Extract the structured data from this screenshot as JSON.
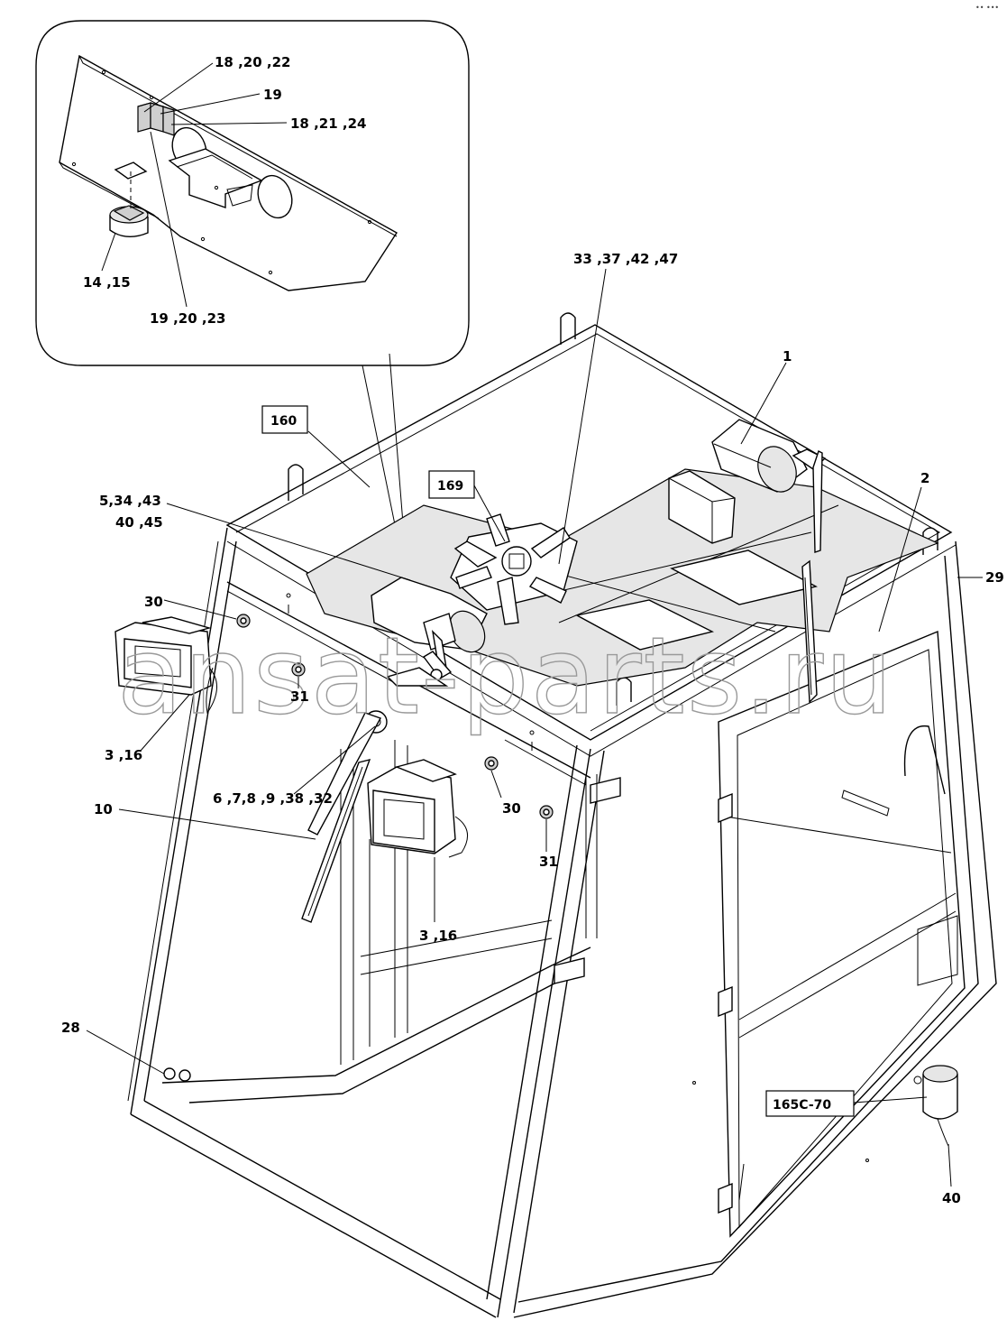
{
  "watermark": "ansat-parts.ru",
  "corner_mark": "•• •••",
  "labels": {
    "l_18_20_22": "18 ,20 ,22",
    "l_19": "19",
    "l_18_21_24": "18 ,21 ,24",
    "l_14_15": "14 ,15",
    "l_19_20_23": "19 ,20 ,23",
    "l_33_37_42_47": "33 ,37 ,42 ,47",
    "l_1": "1",
    "l_2": "2",
    "l_29": "29",
    "l_5_34_43": "5,34 ,43",
    "l_40_45": "40 ,45",
    "l_30_left": "30",
    "l_31_left": "31",
    "l_3_16_left": "3 ,16",
    "l_6_7_8": "6 ,7,8 ,9 ,38 ,32",
    "l_10": "10",
    "l_30_mid": "30",
    "l_31_mid": "31",
    "l_3_16_mid": "3 ,16",
    "l_28": "28",
    "l_40": "40"
  },
  "boxed_labels": {
    "b_160": "160",
    "b_169": "169",
    "b_165c70": "165C-70"
  }
}
